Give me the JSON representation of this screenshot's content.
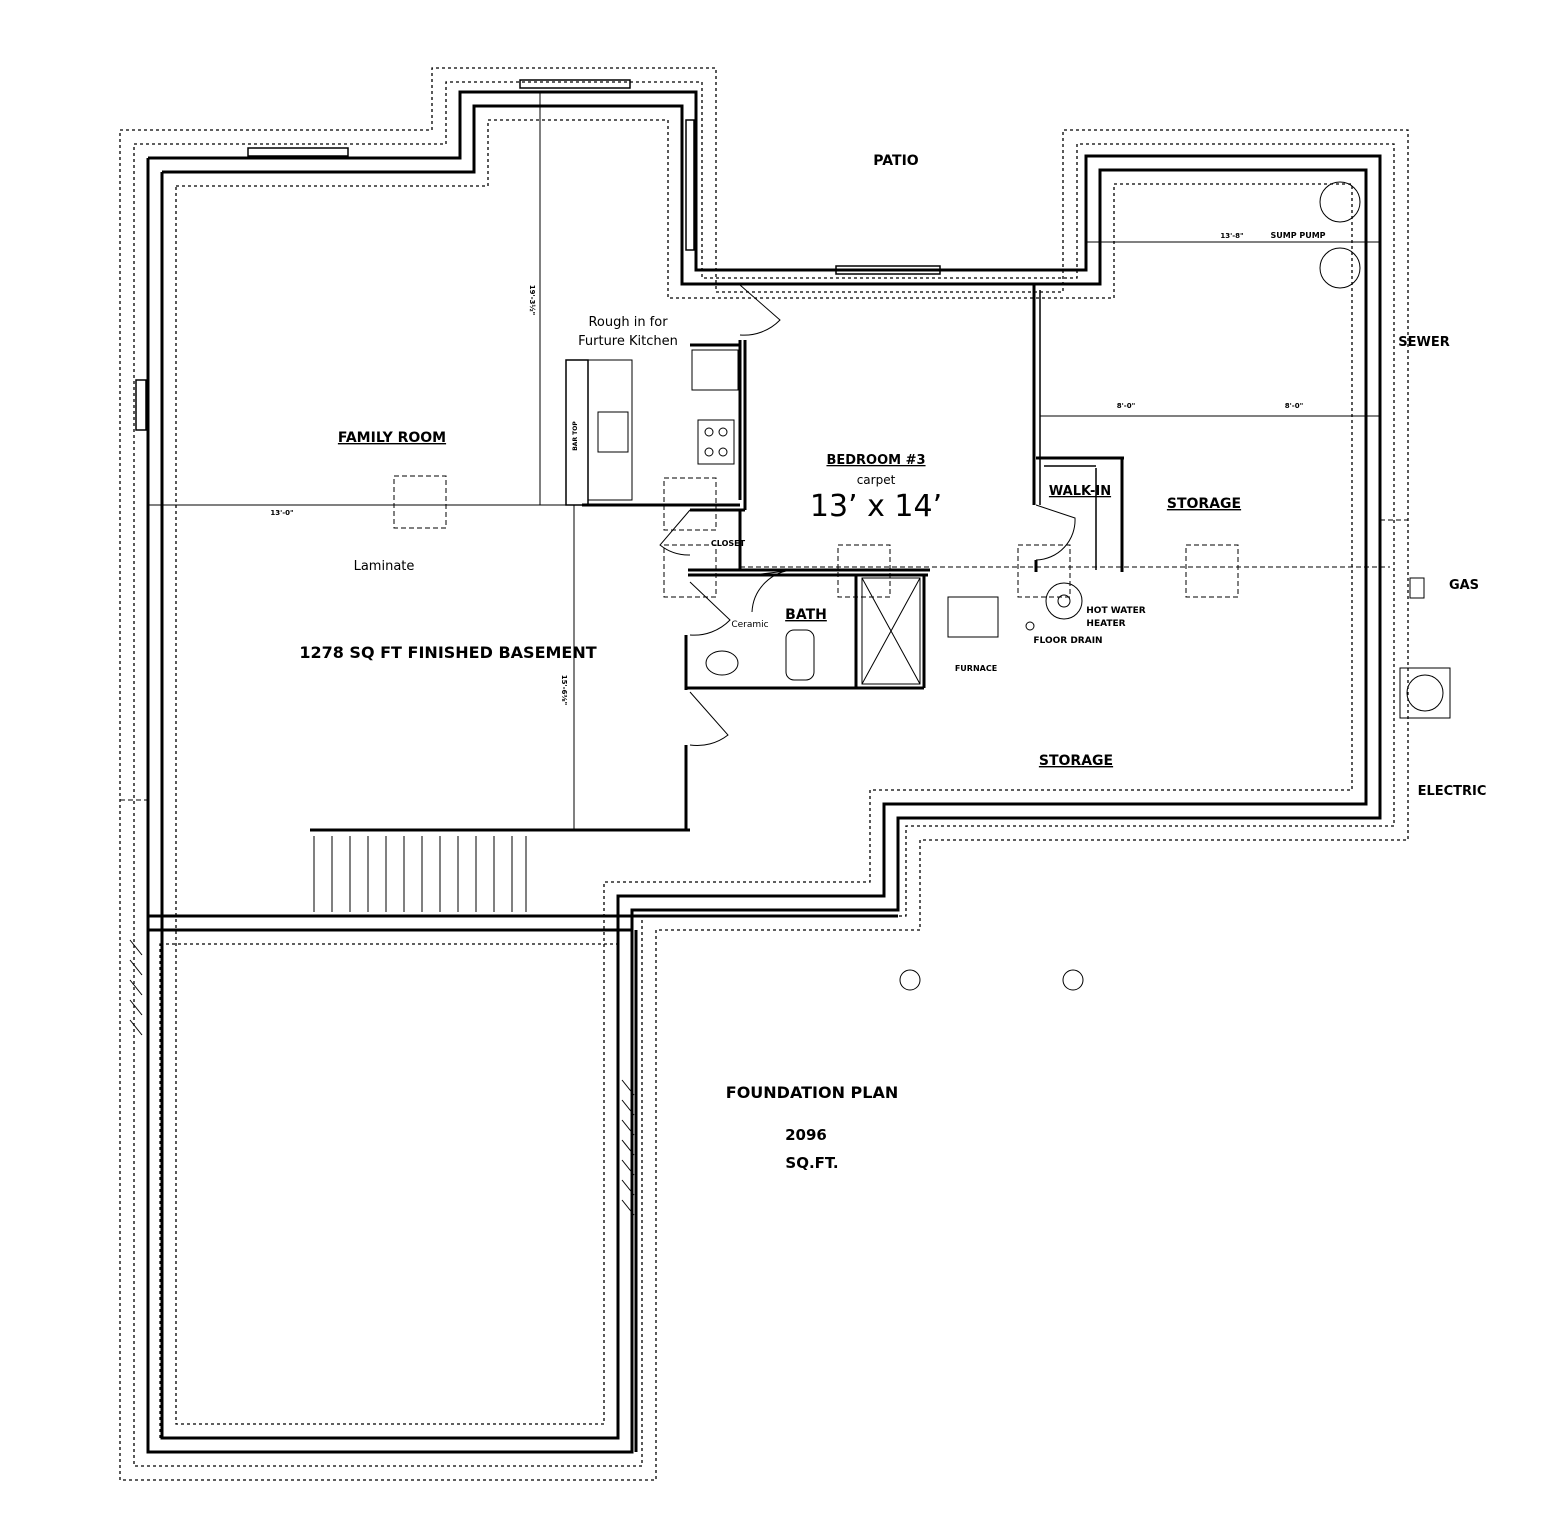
{
  "rooms": {
    "patio": "PATIO",
    "family_room": "FAMILY ROOM",
    "family_floor": "Laminate",
    "bedroom": "BEDROOM #3",
    "bedroom_floor": "carpet",
    "bedroom_size": "13’ x 14’",
    "walk_in": "WALK-IN",
    "storage_upper": "STORAGE",
    "storage_lower": "STORAGE",
    "bath": "BATH",
    "bath_floor": "Ceramic",
    "closet": "CLOSET",
    "kitchen_line1": "Rough in for",
    "kitchen_line2": "Furture Kitchen",
    "bar_top": "BAR TOP",
    "finished_basement": "1278 SQ FT FINISHED BASEMENT"
  },
  "equipment": {
    "sump_pump": "SUMP PUMP",
    "sewer": "SEWER",
    "gas": "GAS",
    "electric": "ELECTRIC",
    "hot_water_1": "HOT WATER",
    "hot_water_2": "HEATER",
    "floor_drain": "FLOOR DRAIN",
    "furnace": "FURNACE"
  },
  "dimensions": {
    "family_width": "13'-0\"",
    "family_depth_upper": "19'-3½\"",
    "family_depth_lower": "15'-6⅜\"",
    "storage_depth": "13'-8\"",
    "storage_width_left": "8'-0\"",
    "storage_width_right": "8'-0\""
  },
  "foundation": {
    "title": "FOUNDATION PLAN",
    "area_value": "2096",
    "area_unit": "SQ.FT."
  }
}
